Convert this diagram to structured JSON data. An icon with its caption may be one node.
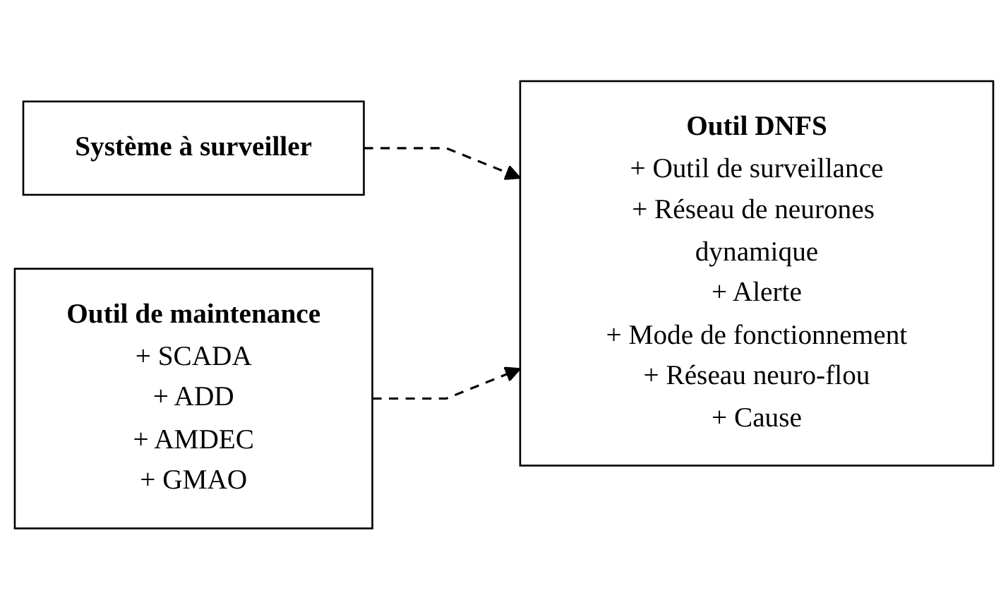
{
  "diagram": {
    "nodes": [
      {
        "text": [
          "Système à surveiller"
        ]
      },
      {
        "text": [
          "Outil DNFS",
          "+ Outil de surveillance",
          "+ Réseau de neurones dynamique",
          "+ Alerte",
          "+ Mode de fonctionnement",
          "+ Réseau neuro-flou",
          "+ Cause"
        ]
      },
      {
        "text": [
          "Outil de maintenance",
          "+ SCADA",
          "+ ADD",
          "+ AMDEC",
          "+ GMAO"
        ]
      }
    ],
    "edges": [
      {
        "from": 0,
        "to": 1,
        "arrow": "to",
        "style": "dashed"
      },
      {
        "from": 2,
        "to": 1,
        "arrow": "to",
        "style": "dashed"
      }
    ]
  }
}
